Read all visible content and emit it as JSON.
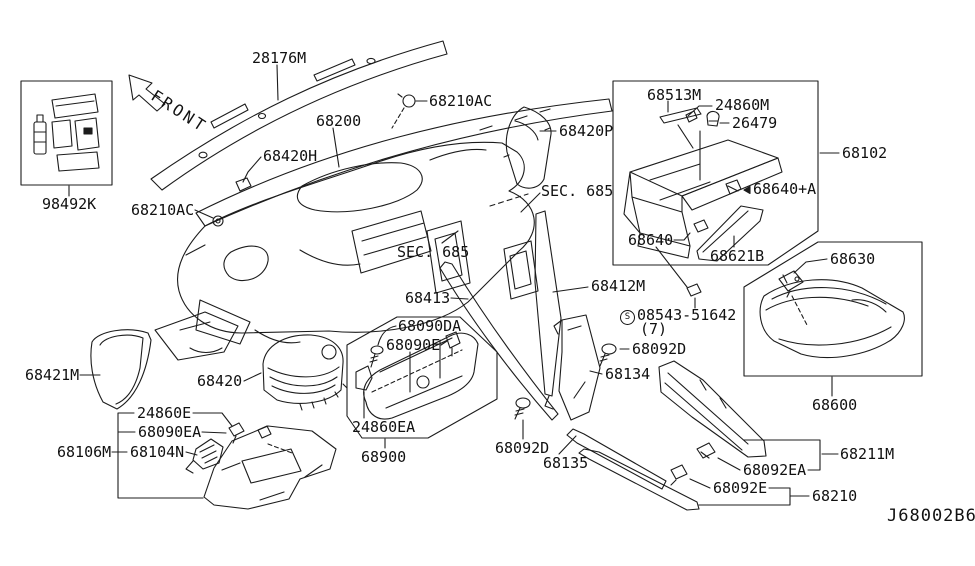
{
  "diagram": {
    "type": "exploded-parts-diagram",
    "title_code": "J68002B6",
    "front_indicator": "FRONT"
  },
  "labels": [
    {
      "text": "28176M"
    },
    {
      "text": "98492K"
    },
    {
      "text": "68210AC"
    },
    {
      "text": "68420H"
    },
    {
      "text": "68200"
    },
    {
      "text": "68210AC"
    },
    {
      "text": "68420P"
    },
    {
      "text": "SEC. 685"
    },
    {
      "text": "68513M"
    },
    {
      "text": "24860M"
    },
    {
      "text": "26479"
    },
    {
      "text": "68102"
    },
    {
      "text": "68640+A"
    },
    {
      "text": "68640"
    },
    {
      "text": "68621B"
    },
    {
      "text": "68630"
    },
    {
      "text": "68412M"
    },
    {
      "text": "SEC. 685"
    },
    {
      "text": "68413"
    },
    {
      "prefix": "S",
      "text": "08543-51642"
    },
    {
      "text": "(7)"
    },
    {
      "text": "68092D"
    },
    {
      "text": "68134"
    },
    {
      "text": "68090DA"
    },
    {
      "text": "68090E"
    },
    {
      "text": "68421M"
    },
    {
      "text": "68420"
    },
    {
      "text": "24860E"
    },
    {
      "text": "68090EA"
    },
    {
      "text": "68106M"
    },
    {
      "text": "68104N"
    },
    {
      "text": "24860EA"
    },
    {
      "text": "68900"
    },
    {
      "text": "68092D"
    },
    {
      "text": "68135"
    },
    {
      "text": "68600"
    },
    {
      "text": "68211M"
    },
    {
      "text": "68092EA"
    },
    {
      "text": "68092E"
    },
    {
      "text": "68210"
    }
  ]
}
